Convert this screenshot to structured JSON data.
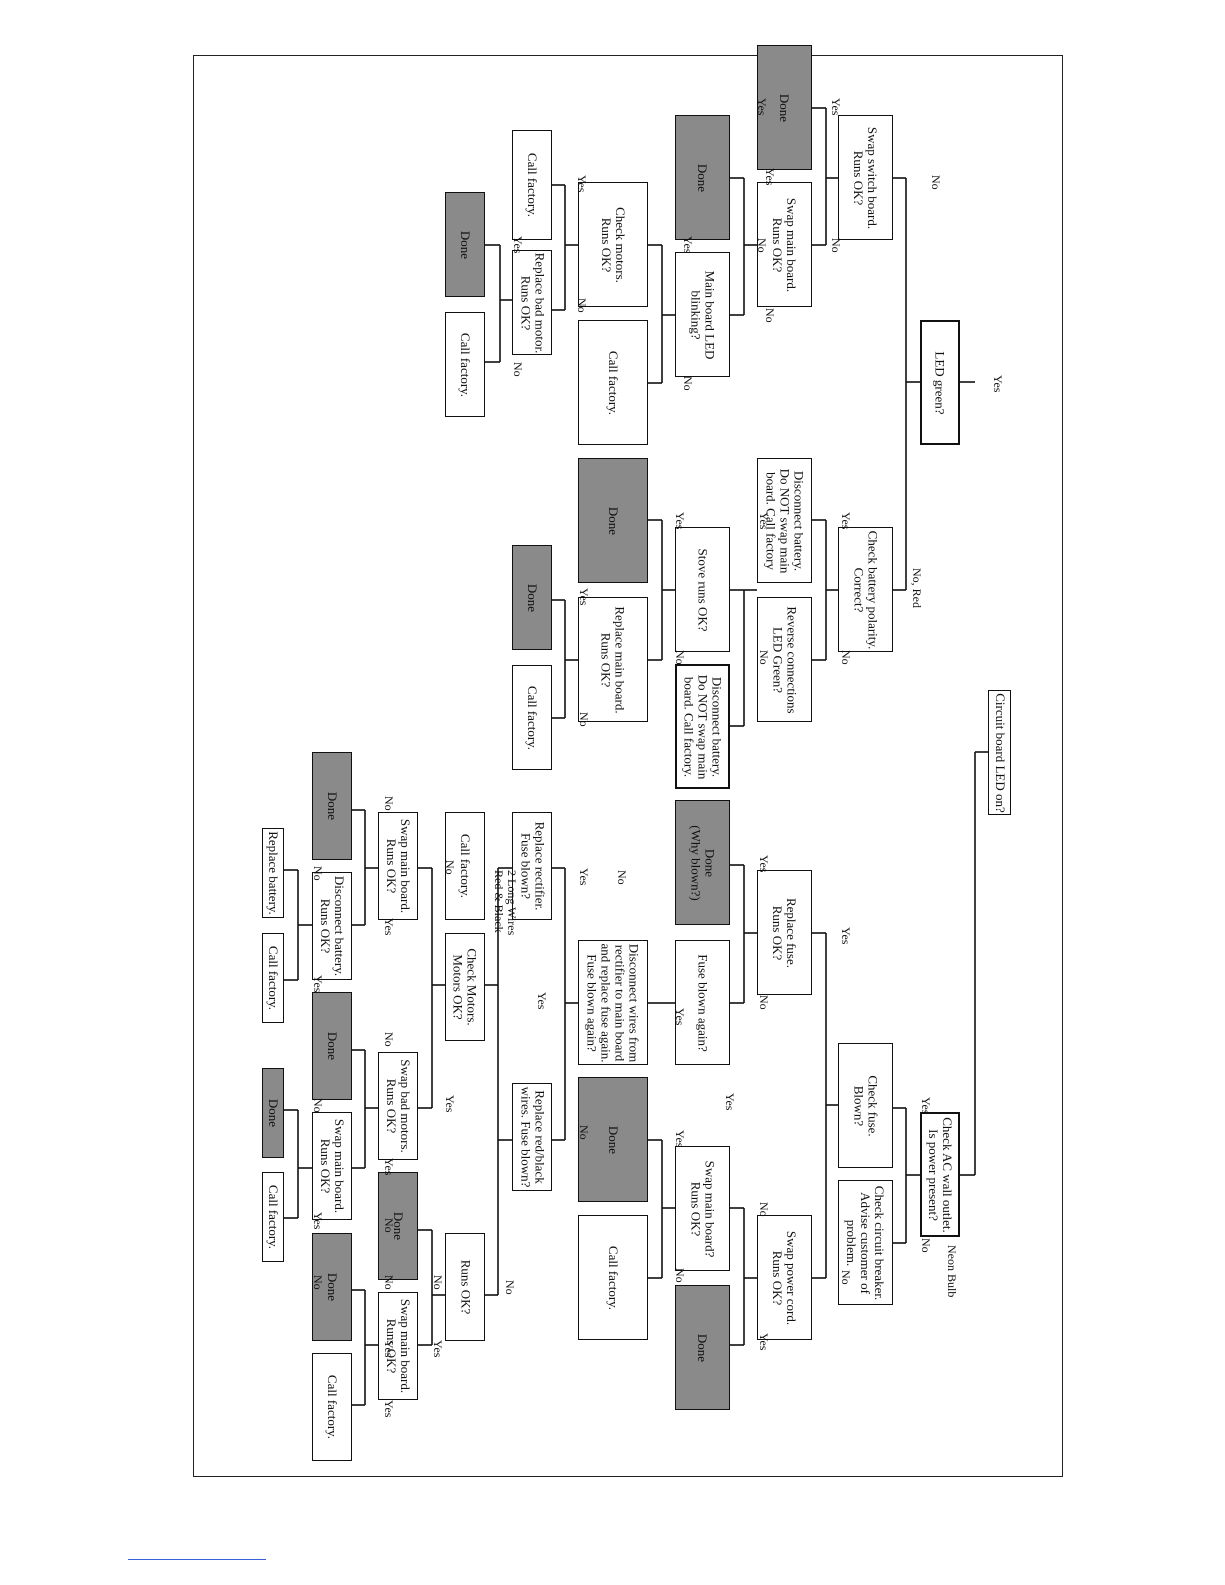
{
  "colors": {
    "done_fill": "#8a8a8a",
    "border": "#111111",
    "footer_rule": "#3b5fd9"
  },
  "nodes": [
    {
      "id": "root",
      "text": "Circuit board LED on?",
      "bold": false,
      "filled": false
    },
    {
      "id": "led-green",
      "text": "LED green?",
      "bold": true,
      "filled": false
    },
    {
      "id": "swap-switch",
      "text": "Swap switch board.\nRuns OK?",
      "bold": false,
      "filled": false
    },
    {
      "id": "done-1",
      "text": "Done",
      "bold": false,
      "filled": true
    },
    {
      "id": "done-2",
      "text": "Done",
      "bold": false,
      "filled": true
    },
    {
      "id": "swap-main-1",
      "text": "Swap main board.\nRuns OK?",
      "bold": false,
      "filled": false
    },
    {
      "id": "main-led-blinking",
      "text": "Main board LED\nblinking?",
      "bold": false,
      "filled": false
    },
    {
      "id": "call-factory-1",
      "text": "Call factory.",
      "bold": false,
      "filled": false
    },
    {
      "id": "check-motors",
      "text": "Check motors.\nRuns OK?",
      "bold": false,
      "filled": false
    },
    {
      "id": "call-factory-2",
      "text": "Call factory.",
      "bold": false,
      "filled": false
    },
    {
      "id": "call-factory-3",
      "text": "Call factory.",
      "bold": false,
      "filled": false
    },
    {
      "id": "replace-bad-motor",
      "text": "Replace bad motor.\nRuns OK?",
      "bold": false,
      "filled": false
    },
    {
      "id": "done-3",
      "text": "Done",
      "bold": false,
      "filled": true
    },
    {
      "id": "call-factory-4",
      "text": "Call factory.",
      "bold": false,
      "filled": false
    },
    {
      "id": "check-polarity",
      "text": "Check battery polarity.\nCorrect?",
      "bold": false,
      "filled": false
    },
    {
      "id": "disconnect-battery-1",
      "text": "Disconnect battery.\nDo NOT swap main\nboard. Call factory",
      "bold": false,
      "filled": false
    },
    {
      "id": "reverse-connections",
      "text": "Reverse connections\nLED Green?",
      "bold": false,
      "filled": false
    },
    {
      "id": "stove-runs",
      "text": "Stove runs OK?",
      "bold": false,
      "filled": false
    },
    {
      "id": "disconnect-battery-2",
      "text": "Disconnect battery.\nDo NOT swap main\nboard. Call factory.",
      "bold": true,
      "filled": false
    },
    {
      "id": "done-4",
      "text": "Done",
      "bold": false,
      "filled": true
    },
    {
      "id": "replace-main",
      "text": "Replace main board.\nRuns OK?",
      "bold": false,
      "filled": false
    },
    {
      "id": "done-5",
      "text": "Done",
      "bold": false,
      "filled": true
    },
    {
      "id": "call-factory-5",
      "text": "Call factory.",
      "bold": false,
      "filled": false
    },
    {
      "id": "check-ac",
      "text": "Check AC wall outlet.\nIs power present?",
      "bold": true,
      "filled": false
    },
    {
      "id": "check-fuse",
      "text": "Check fuse.\nBlown?",
      "bold": false,
      "filled": false
    },
    {
      "id": "check-breaker",
      "text": "Check circuit breaker.\nAdvise customer of\nproblem.",
      "bold": false,
      "filled": false
    },
    {
      "id": "replace-fuse",
      "text": "Replace fuse.\nRuns OK?",
      "bold": false,
      "filled": false
    },
    {
      "id": "done-why",
      "text": "Done\n(Why blown?)",
      "bold": false,
      "filled": true
    },
    {
      "id": "fuse-blown-again",
      "text": "Fuse blown again?",
      "bold": false,
      "filled": false
    },
    {
      "id": "disconnect-wires",
      "text": "Disconnect wires from\nrectifier to main board\nand replace fuse again.\nFuse blown again?",
      "bold": false,
      "filled": false
    },
    {
      "id": "swap-power-cord",
      "text": "Swap power cord.\nRuns OK?",
      "bold": false,
      "filled": false
    },
    {
      "id": "swap-main-2",
      "text": "Swap main board?\nRuns OK?",
      "bold": false,
      "filled": false
    },
    {
      "id": "done-6",
      "text": "Done",
      "bold": false,
      "filled": true
    },
    {
      "id": "call-factory-6",
      "text": "Call factory.",
      "bold": false,
      "filled": false
    },
    {
      "id": "done-7",
      "text": "Done",
      "bold": false,
      "filled": true
    },
    {
      "id": "replace-rectifier",
      "text": "Replace rectifier.\nFuse blown?",
      "bold": false,
      "filled": false
    },
    {
      "id": "replace-red-black",
      "text": "Replace red/black\nwires. Fuse blown?",
      "bold": false,
      "filled": false
    },
    {
      "id": "call-factory-7",
      "text": "Call factory.",
      "bold": false,
      "filled": false
    },
    {
      "id": "check-motors-2",
      "text": "Check Motors.\nMotors OK?",
      "bold": false,
      "filled": false
    },
    {
      "id": "runs-ok",
      "text": "Runs OK?",
      "bold": false,
      "filled": false
    },
    {
      "id": "swap-main-3",
      "text": "Swap main board.\nRuns OK?",
      "bold": false,
      "filled": false
    },
    {
      "id": "done-8",
      "text": "Done",
      "bold": false,
      "filled": true
    },
    {
      "id": "disconnect-battery-3",
      "text": "Disconnect battery.\nRuns OK?",
      "bold": false,
      "filled": false
    },
    {
      "id": "replace-battery",
      "text": "Replace battery.",
      "bold": false,
      "filled": false
    },
    {
      "id": "call-factory-8",
      "text": "Call factory.",
      "bold": false,
      "filled": false
    },
    {
      "id": "swap-bad-motors",
      "text": "Swap bad motors.\nRuns OK?",
      "bold": false,
      "filled": false
    },
    {
      "id": "done-9",
      "text": "Done",
      "bold": false,
      "filled": true
    },
    {
      "id": "swap-main-4",
      "text": "Swap main board.\nRuns OK?",
      "bold": false,
      "filled": false
    },
    {
      "id": "done-10",
      "text": "Done",
      "bold": false,
      "filled": true
    },
    {
      "id": "call-factory-9",
      "text": "Call factory.",
      "bold": false,
      "filled": false
    },
    {
      "id": "done-11",
      "text": "Done",
      "bold": false,
      "filled": true
    },
    {
      "id": "done-12",
      "text": "Done",
      "bold": false,
      "filled": true
    },
    {
      "id": "swap-main-5",
      "text": "Swap main board.\nRuns OK?",
      "bold": false,
      "filled": false
    },
    {
      "id": "call-factory-10",
      "text": "Call factory.",
      "bold": false,
      "filled": false
    }
  ],
  "labels": [
    "Yes",
    "No",
    "Yes",
    "No",
    "Yes",
    "No",
    "Yes",
    "No",
    "Yes",
    "No",
    "Yes",
    "No",
    "Yes",
    "No",
    "No, Red",
    "Yes",
    "No",
    "Yes",
    "No",
    "Yes",
    "No",
    "Yes",
    "No",
    "Neon Bulb",
    "Yes",
    "No",
    "Yes",
    "No",
    "No",
    "Yes",
    "Yes",
    "No",
    "Yes",
    "No",
    "Yes",
    "No",
    "Yes",
    "No",
    "2 Long Wires\nRed & Black",
    "Yes",
    "Yes",
    "No",
    "No",
    "Yes",
    "No",
    "Yes",
    "No",
    "Yes",
    "No",
    "Yes",
    "No",
    "Yes",
    "No",
    "Yes",
    "No",
    "Yes",
    "No",
    "Yes",
    "No"
  ]
}
